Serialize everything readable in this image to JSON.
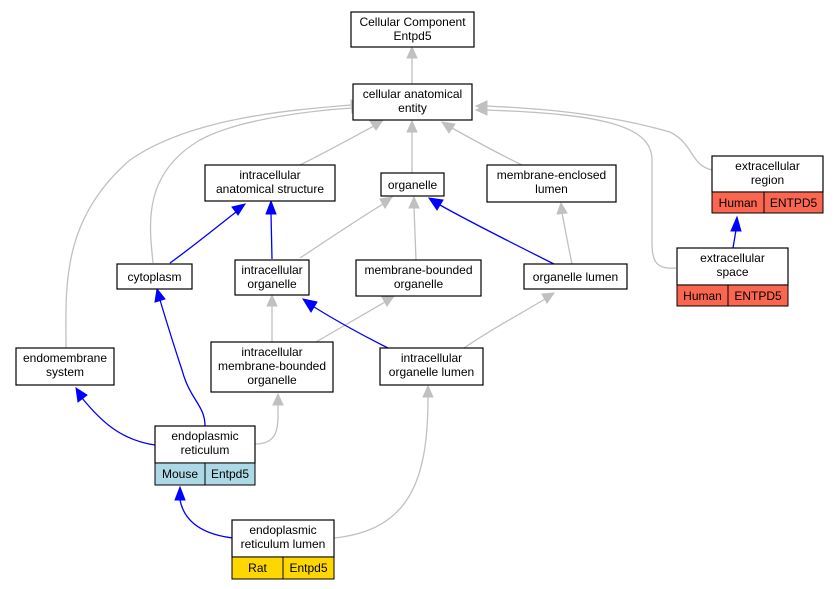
{
  "colors": {
    "human": "#fa6650",
    "mouse": "#add8e6",
    "rat": "#ffd700",
    "edge_isa": "#c0c0c0",
    "edge_partof": "#0000ff"
  },
  "nodes": {
    "cellular_component": {
      "line1": "Cellular Component",
      "line2": "Entpd5"
    },
    "cellular_anatomical_entity": {
      "line1": "cellular anatomical",
      "line2": "entity"
    },
    "intracellular_anatomical_structure": {
      "line1": "intracellular",
      "line2": "anatomical structure"
    },
    "organelle": {
      "line1": "organelle"
    },
    "membrane_enclosed_lumen": {
      "line1": "membrane-enclosed",
      "line2": "lumen"
    },
    "extracellular_region": {
      "line1": "extracellular",
      "line2": "region"
    },
    "cytoplasm": {
      "line1": "cytoplasm"
    },
    "intracellular_organelle": {
      "line1": "intracellular",
      "line2": "organelle"
    },
    "membrane_bounded_organelle": {
      "line1": "membrane-bounded",
      "line2": "organelle"
    },
    "organelle_lumen": {
      "line1": "organelle lumen"
    },
    "extracellular_space": {
      "line1": "extracellular",
      "line2": "space"
    },
    "endomembrane_system": {
      "line1": "endomembrane",
      "line2": "system"
    },
    "intracellular_membrane_bounded_organelle": {
      "line1": "intracellular",
      "line2": "membrane-bounded",
      "line3": "organelle"
    },
    "intracellular_organelle_lumen": {
      "line1": "intracellular",
      "line2": "organelle lumen"
    },
    "endoplasmic_reticulum": {
      "line1": "endoplasmic",
      "line2": "reticulum"
    },
    "endoplasmic_reticulum_lumen": {
      "line1": "endoplasmic",
      "line2": "reticulum lumen"
    }
  },
  "annotations": {
    "extracellular_region": {
      "species": "Human",
      "gene": "ENTPD5"
    },
    "extracellular_space": {
      "species": "Human",
      "gene": "ENTPD5"
    },
    "endoplasmic_reticulum": {
      "species": "Mouse",
      "gene": "Entpd5"
    },
    "endoplasmic_reticulum_lumen": {
      "species": "Rat",
      "gene": "Entpd5"
    }
  }
}
